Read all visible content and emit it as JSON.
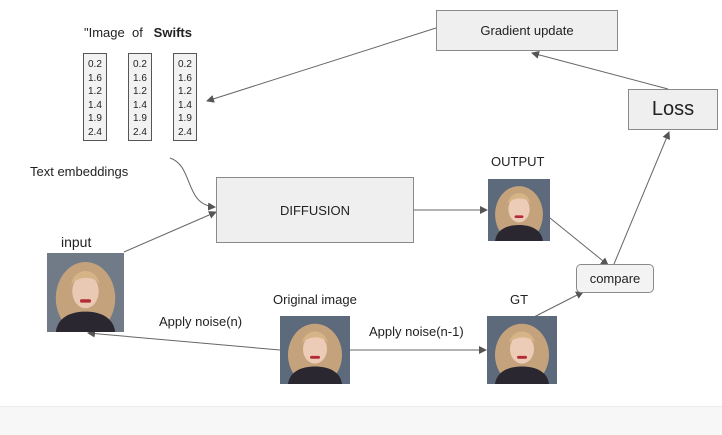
{
  "caption": {
    "prefix": "\"Image",
    "of": "of",
    "word": "Swifts"
  },
  "embedding_values": [
    [
      "0.2",
      "1.6",
      "1.2",
      "1.4",
      "1.9",
      "2.4"
    ],
    [
      "0.2",
      "1.6",
      "1.2",
      "1.4",
      "1.9",
      "2.4"
    ],
    [
      "0.2",
      "1.6",
      "1.2",
      "1.4",
      "1.9",
      "2.4"
    ]
  ],
  "labels": {
    "text_embeddings": "Text embeddings",
    "input": "input",
    "output": "OUTPUT",
    "original_image": "Original image",
    "gt": "GT",
    "apply_noise_n": "Apply noise(n)",
    "apply_noise_n1": "Apply noise(n-1)"
  },
  "boxes": {
    "gradient_update": "Gradient update",
    "loss": "Loss",
    "diffusion": "DIFFUSION",
    "compare": "compare"
  }
}
